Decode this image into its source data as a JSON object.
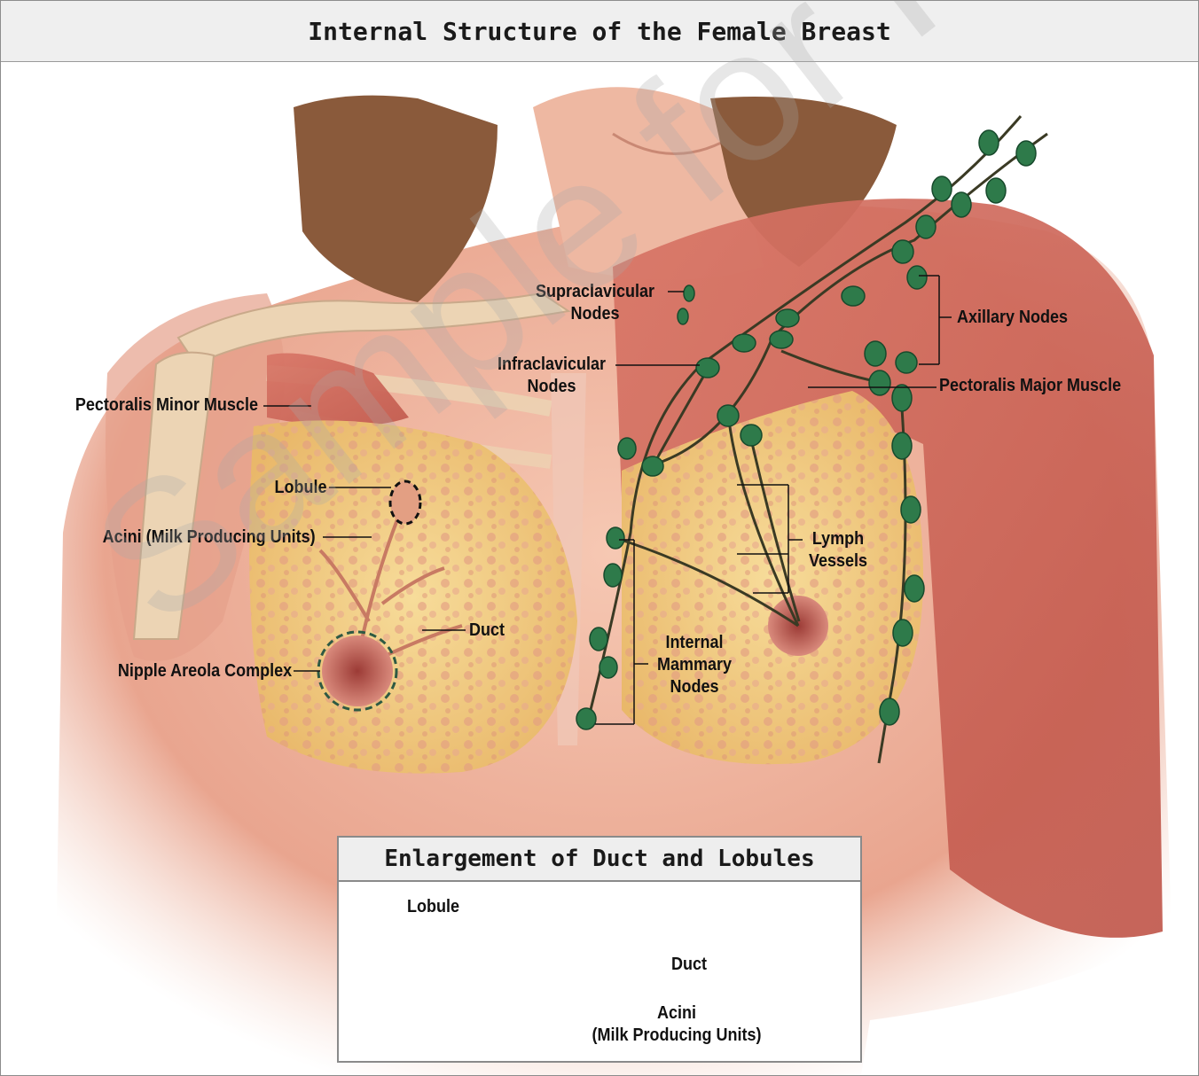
{
  "title": "Internal Structure of the Female Breast",
  "watermark": "Sample for Review",
  "labels": {
    "pectoralis_minor": "Pectoralis Minor Muscle",
    "lobule": "Lobule",
    "acini": "Acini (Milk Producing Units)",
    "duct": "Duct",
    "nipple_areola": "Nipple Areola Complex",
    "supraclavicular_1": "Supraclavicular",
    "supraclavicular_2": "Nodes",
    "infraclavicular_1": "Infraclavicular",
    "infraclavicular_2": "Nodes",
    "axillary": "Axillary Nodes",
    "pectoralis_major": "Pectoralis Major Muscle",
    "lymph_1": "Lymph",
    "lymph_2": "Vessels",
    "internal_mammary_1": "Internal",
    "internal_mammary_2": "Mammary",
    "internal_mammary_3": "Nodes"
  },
  "inset": {
    "title": "Enlargement of Duct and Lobules",
    "lobule": "Lobule",
    "duct": "Duct",
    "acini_1": "Acini",
    "acini_2": "(Milk Producing Units)"
  },
  "colors": {
    "skin": "#e9a58f",
    "muscle": "#c95f52",
    "fat": "#f0c97a",
    "node": "#2e7a4a",
    "nipple": "#b5524a",
    "hair": "#8a5a3b"
  }
}
